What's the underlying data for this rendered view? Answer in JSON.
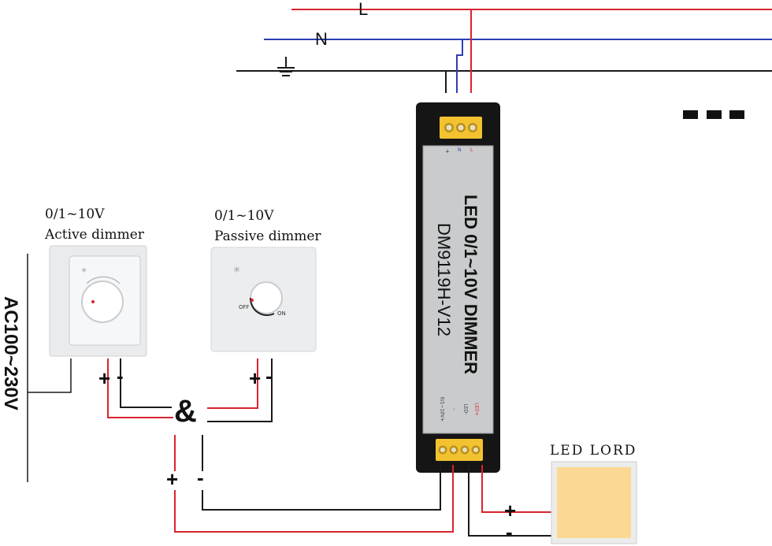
{
  "bus": {
    "live": "L",
    "neutral": "N"
  },
  "active_dimmer": {
    "type": "0/1~10V",
    "name": "Active dimmer",
    "plus": "+",
    "minus": "-"
  },
  "passive_dimmer": {
    "type": "0/1~10V",
    "name": "Passive dimmer",
    "plus": "+",
    "minus": "-",
    "off_label": "OFF",
    "on_label": "ON"
  },
  "combine_symbol": "&",
  "combined_output": {
    "plus": "+",
    "minus": "-"
  },
  "supply_label": "AC100~230V",
  "device": {
    "title": "LED 0/1~10V DIMMER",
    "model": "DM9119H-V12",
    "input_terminal_labels": [
      "⏚",
      "N",
      "L"
    ],
    "output_terminal_labels": [
      "0/1~10V+",
      "-",
      "LED-",
      "LED+"
    ]
  },
  "load": {
    "label": "LED LORD",
    "plus": "+",
    "minus": "-"
  },
  "colors": {
    "live": "#d9232e",
    "neutral": "#2b3fb5",
    "wire": "#1a1a1a",
    "device_body": "#c9cbcc",
    "device_frame": "#151515",
    "terminal": "#f2c230",
    "led_panel": "#fbd893"
  }
}
